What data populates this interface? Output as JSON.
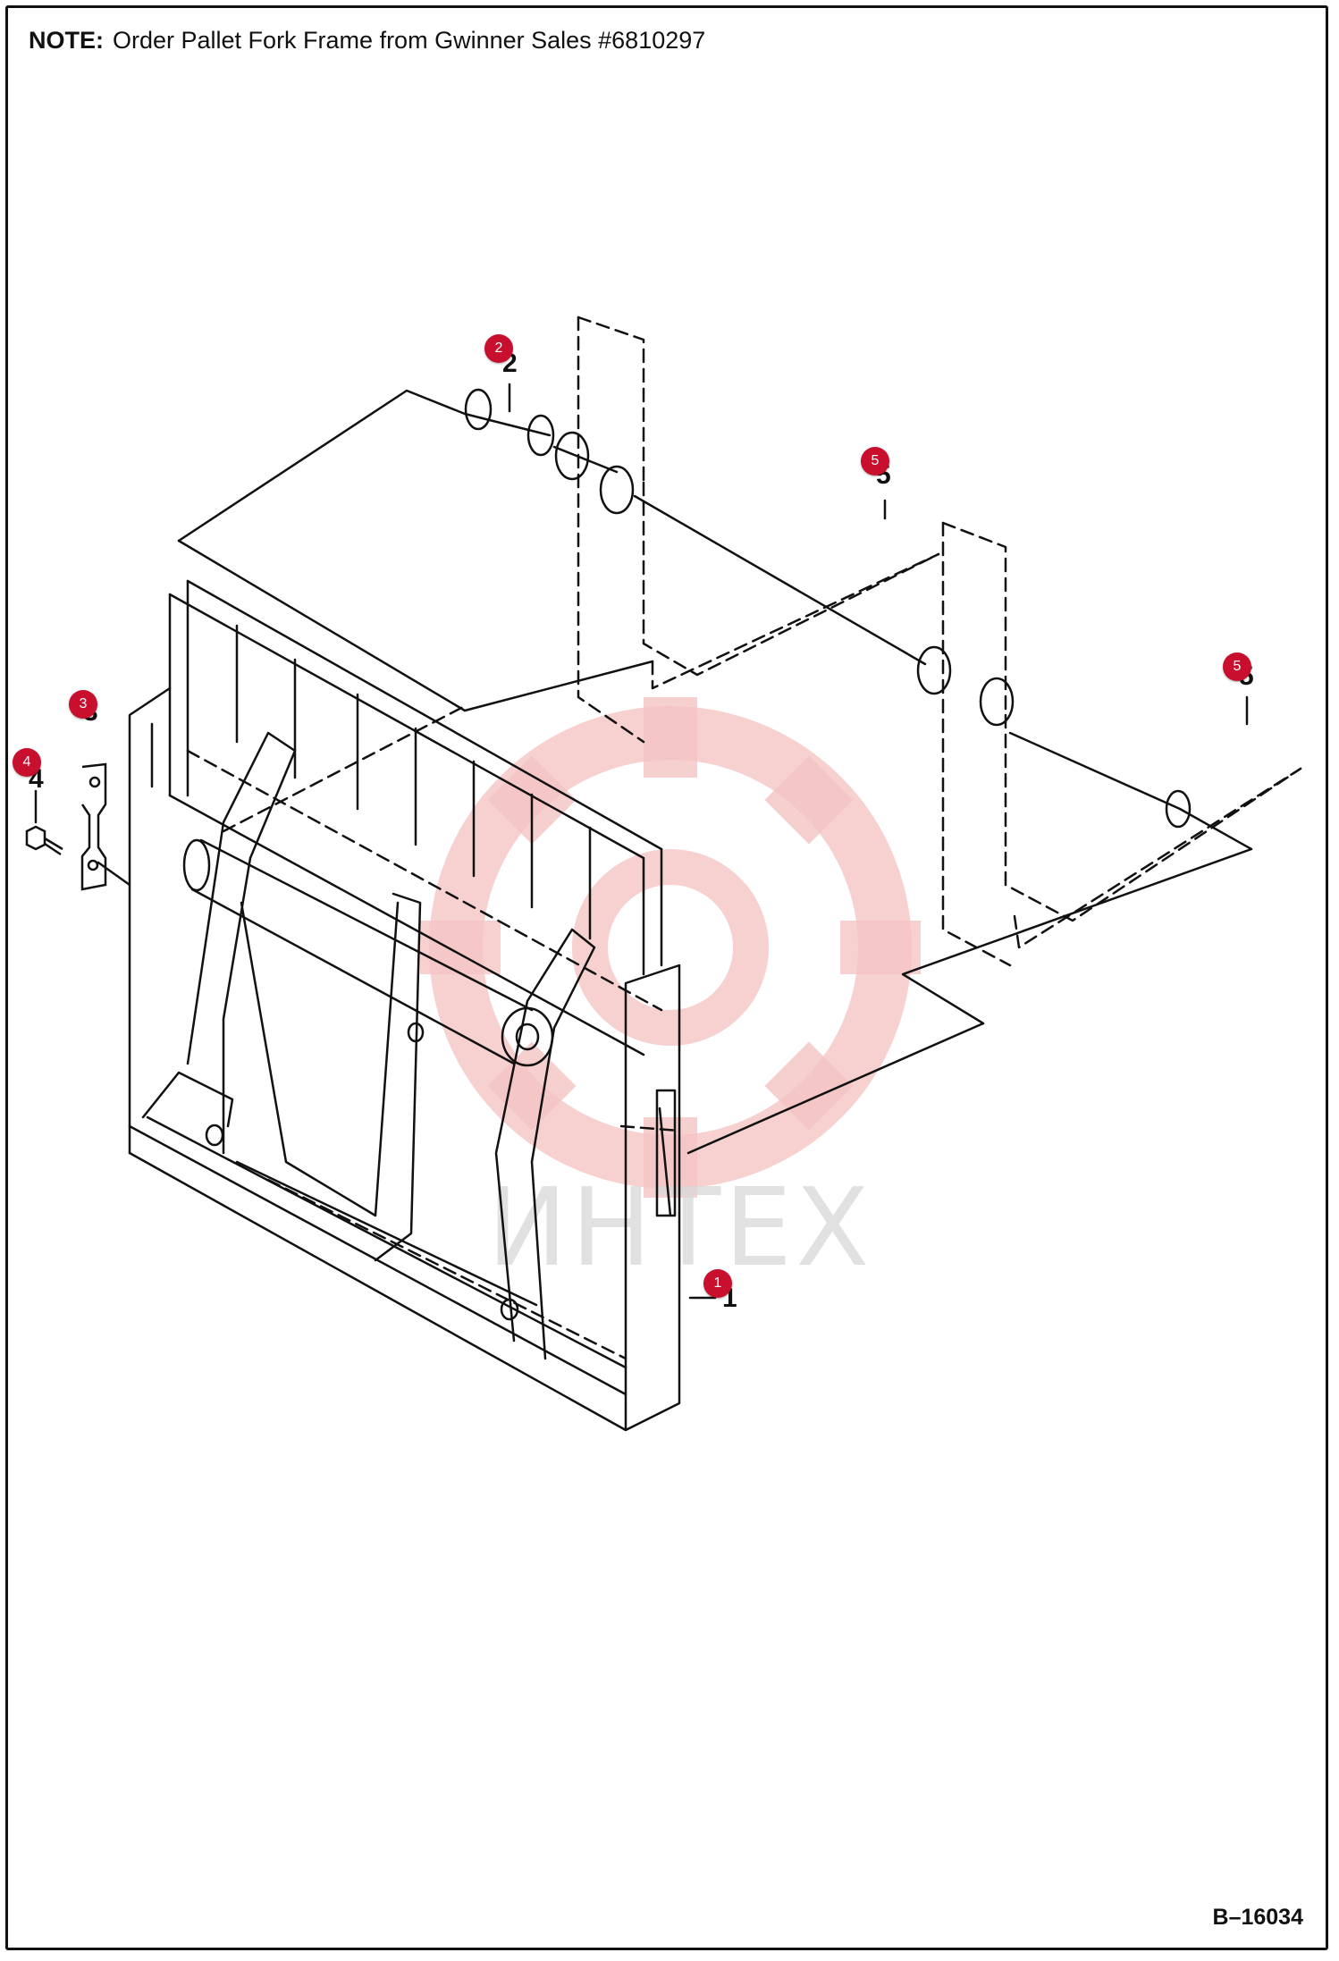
{
  "note": {
    "label": "NOTE:",
    "text": "Order Pallet Fork Frame from Gwinner Sales #6810297"
  },
  "drawing_code": "B–16034",
  "watermark_text": "ИНТЕХ",
  "callouts": [
    {
      "id": "1",
      "marker": "1"
    },
    {
      "id": "2",
      "marker": "2"
    },
    {
      "id": "3",
      "marker": "3"
    },
    {
      "id": "4",
      "marker": "4"
    },
    {
      "id": "5a",
      "marker": "5"
    },
    {
      "id": "5b",
      "marker": "5"
    }
  ],
  "colors": {
    "marker": "#c8102e",
    "line": "#111111",
    "watermark_gear": "#f5c4c4",
    "watermark_text": "#d8d8d8"
  }
}
